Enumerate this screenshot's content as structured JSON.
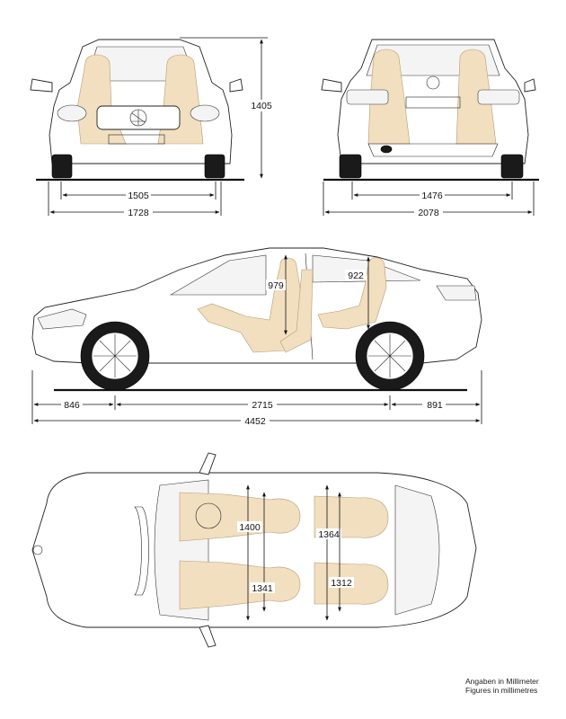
{
  "front_view": {
    "height": "1405",
    "track": "1505",
    "width": "1728"
  },
  "rear_view": {
    "track": "1476",
    "width_incl_mirrors": "2078"
  },
  "side_view": {
    "front_headroom": "979",
    "rear_headroom": "922",
    "front_overhang": "846",
    "wheelbase": "2715",
    "rear_overhang": "891",
    "length": "4452"
  },
  "top_view": {
    "front_shoulder": "1400",
    "rear_shoulder": "1364",
    "front_elbow": "1341",
    "rear_elbow": "1312"
  },
  "note": {
    "line1": "Angaben in Millimeter",
    "line2": "Figures in millimetres"
  },
  "colors": {
    "occupant_fill": "#f1dfc0",
    "line": "#111111",
    "background": "#ffffff"
  }
}
